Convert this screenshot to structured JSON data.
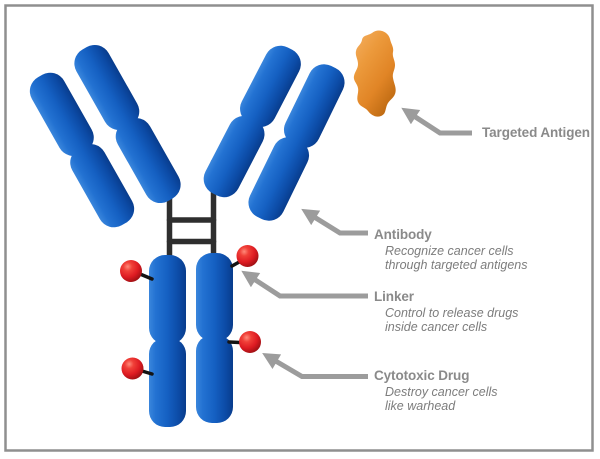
{
  "frame": {
    "background": "#FFFFFF",
    "border_color": "#8F8F8F"
  },
  "colors": {
    "antibody_blue": "#1560C2",
    "antibody_blue_light": "#3A86DC",
    "antibody_blue_dark": "#083C8C",
    "drug_red": "#DE1B22",
    "drug_red_dark": "#8F0D10",
    "antigen_orange": "#E8912D",
    "antigen_orange_dark": "#BE6A12",
    "hinge_dark": "#2E2E2E",
    "connector_dark": "#141414",
    "arrow_gray": "#9C9C9C",
    "label_title_gray": "#8A8A8A",
    "label_desc_gray": "#7D7D7D"
  },
  "labels": {
    "targeted_antigen": {
      "title": "Targeted Antigen"
    },
    "antibody": {
      "title": "Antibody",
      "desc": [
        "Recognize cancer cells",
        "through targeted antigens"
      ]
    },
    "linker": {
      "title": "Linker",
      "desc": [
        "Control to release drugs",
        "inside cancer cells"
      ]
    },
    "cytotoxic_drug": {
      "title": "Cytotoxic Drug",
      "desc": [
        "Destroy cancer cells",
        "like warhead"
      ]
    }
  }
}
